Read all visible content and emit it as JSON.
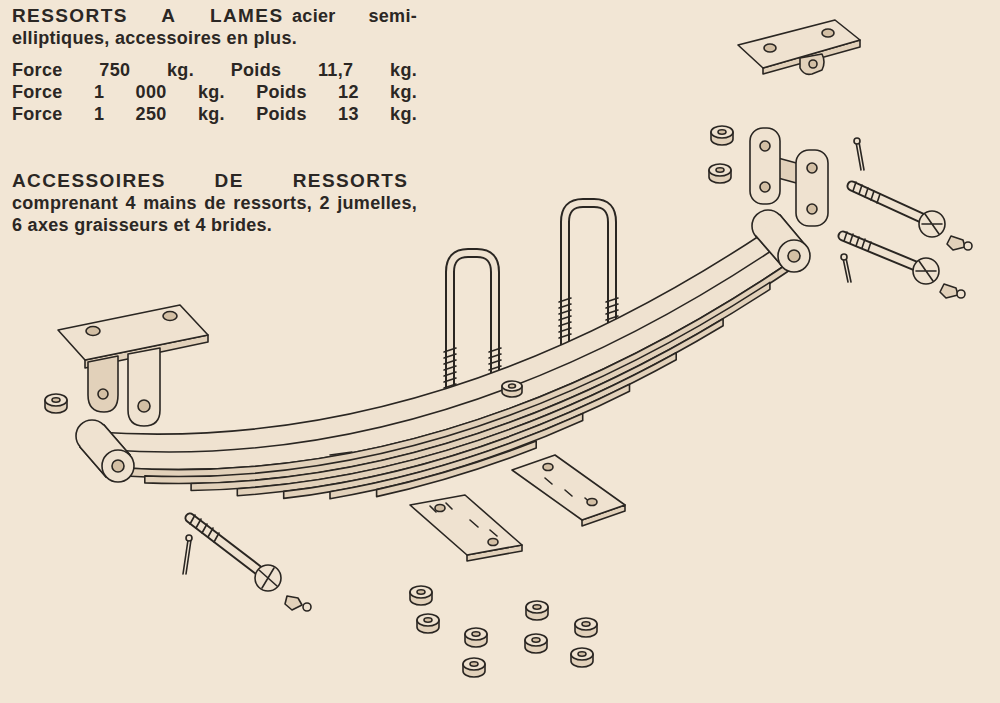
{
  "diagram": {
    "labels": [
      "RESSORTS A LAMES",
      "acier semi-elliptiques, accessoires en plus.",
      "Force 750 kg. Poids 11,7 kg.",
      "Force 1 000 kg. Poids 12 kg.",
      "Force 1 250 kg. Poids 13 kg.",
      "ACCESSOIRES DE RESSORTS",
      "comprenant 4 mains de ressorts, 2 jumelles, 6 axes graisseurs et 4 brides."
    ]
  }
}
